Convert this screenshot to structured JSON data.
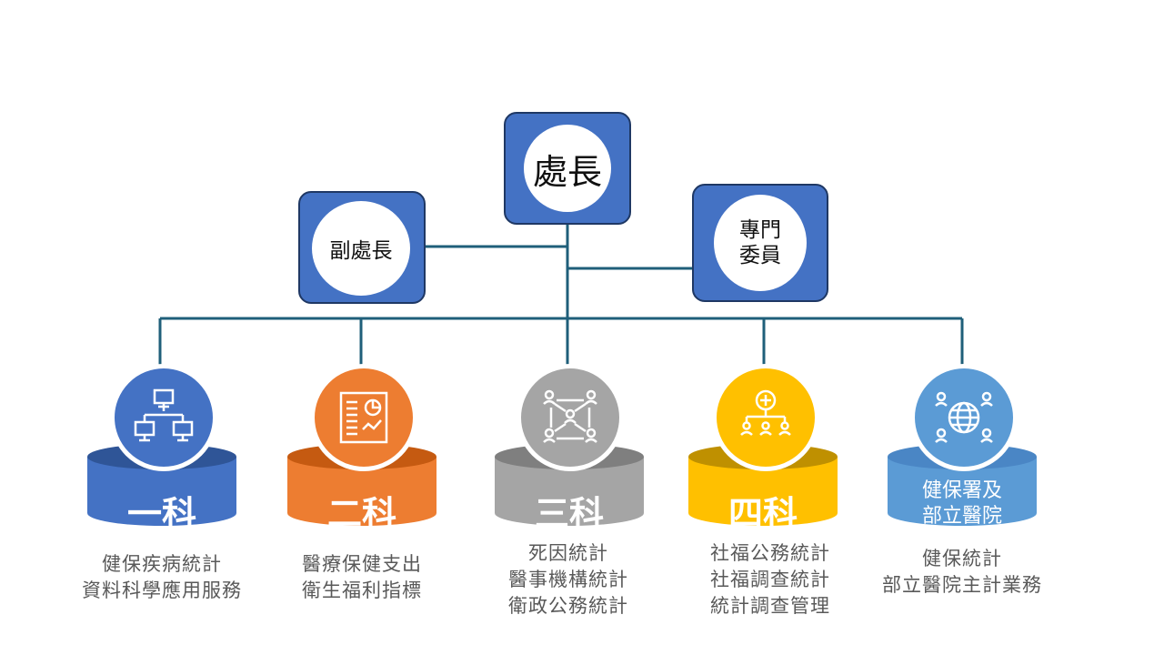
{
  "top": {
    "director": "處長",
    "deputy": "副處長",
    "specialist": [
      "專門",
      "委員"
    ]
  },
  "divisions": [
    {
      "name": "一科",
      "icon": "network-icon",
      "color": "#4472c4",
      "top_color": "#2f5597",
      "desc": [
        "健保疾病統計",
        "資料科學應用服務"
      ]
    },
    {
      "name": "二科",
      "icon": "report-chart-icon",
      "color": "#ed7d31",
      "top_color": "#c55a11",
      "desc": [
        "醫療保健支出",
        "衛生福利指標"
      ]
    },
    {
      "name": "三科",
      "icon": "people-network-icon",
      "color": "#a5a5a5",
      "top_color": "#7f7f7f",
      "desc": [
        "死因統計",
        "醫事機構統計",
        "衛政公務統計"
      ]
    },
    {
      "name": "四科",
      "icon": "org-plus-icon",
      "color": "#ffc000",
      "top_color": "#bf9000",
      "desc": [
        "社福公務統計",
        "社福調查統計",
        "統計調查管理"
      ]
    },
    {
      "name": [
        "健保署及",
        "部立醫院"
      ],
      "icon": "globe-people-icon",
      "color": "#5b9bd5",
      "top_color": "#4a86c5",
      "desc": [
        "健保統計",
        "部立醫院主計業務"
      ]
    }
  ]
}
